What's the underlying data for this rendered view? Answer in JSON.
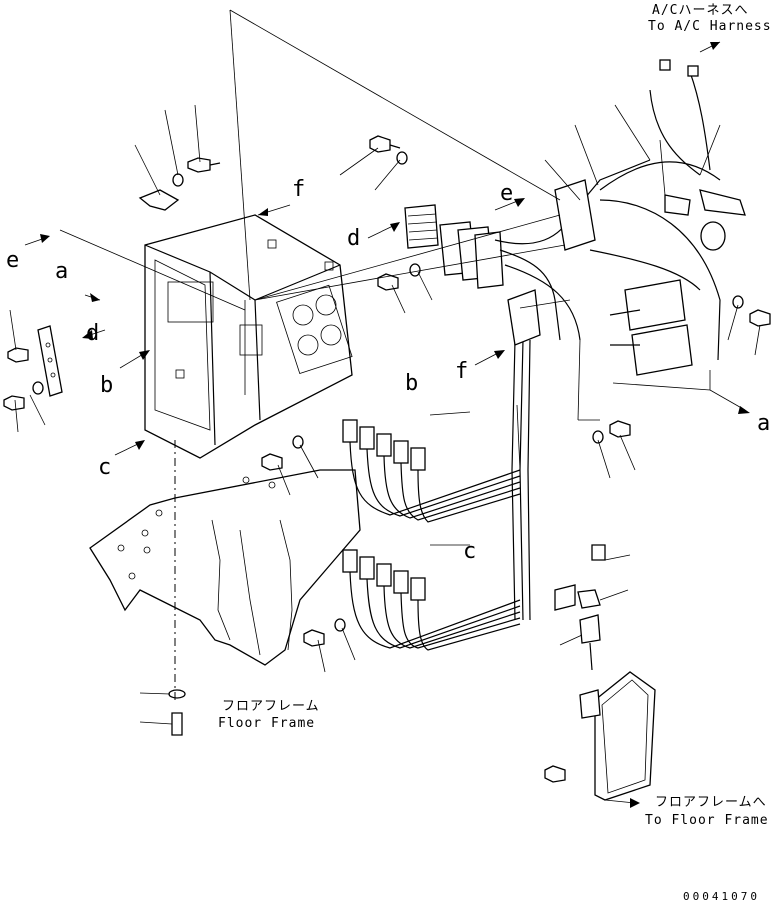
{
  "callout_letters": {
    "a_left": "a",
    "a_right": "a",
    "b_left": "b",
    "b_mid": "b",
    "c_left": "c",
    "c_mid": "c",
    "d_left": "d",
    "d_mid": "d",
    "e_left": "e",
    "e_top": "e",
    "f_top": "f",
    "f_mid": "f"
  },
  "notes": {
    "ac_harness_jp": "A/Cハーネスへ",
    "ac_harness_en": "To A/C Harness",
    "floor_frame_jp": "フロアフレーム",
    "floor_frame_en": "Floor Frame",
    "to_floor_frame_jp": "フロアフレームへ",
    "to_floor_frame_en": "To Floor Frame"
  },
  "drawing_number": "00041070"
}
